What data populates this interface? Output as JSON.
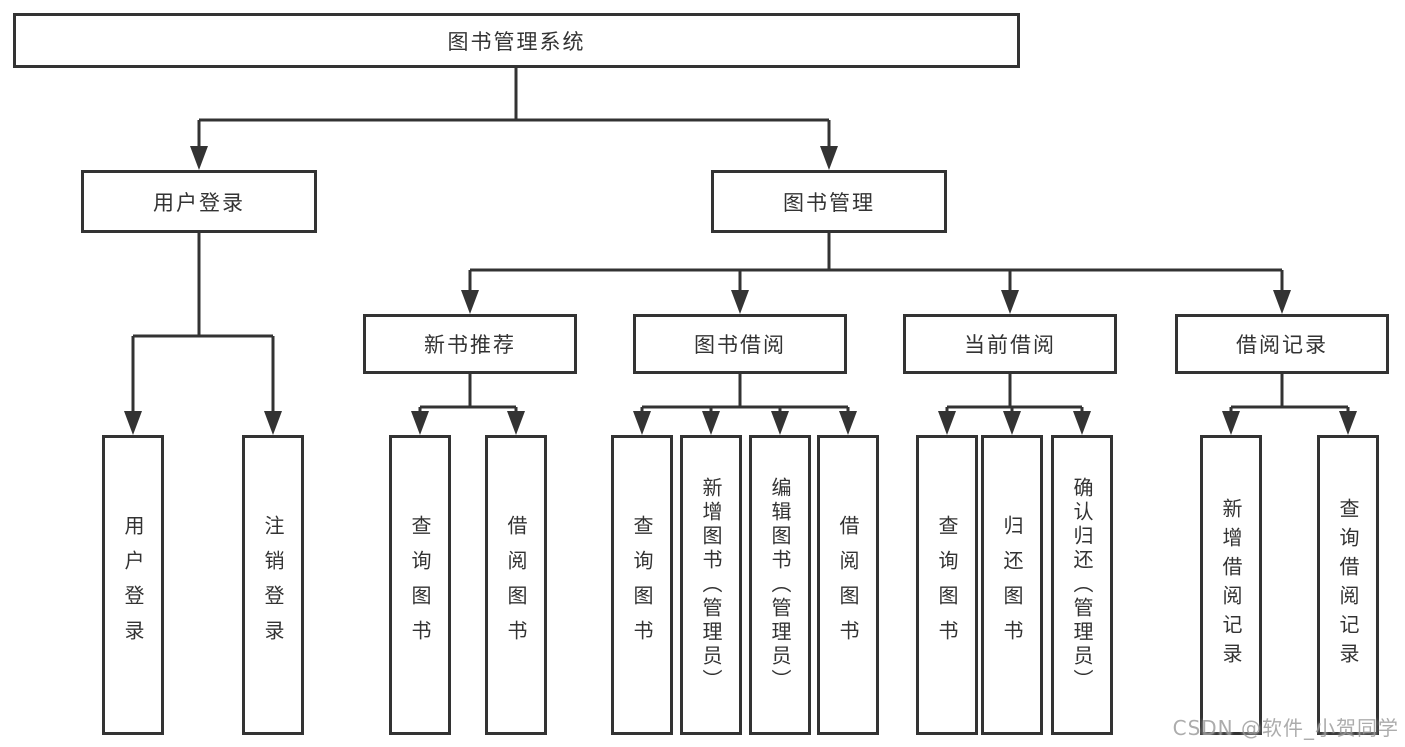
{
  "tree": {
    "root": "图书管理系统",
    "children": [
      {
        "label": "用户登录",
        "children": [
          "用户登录",
          "注销登录"
        ]
      },
      {
        "label": "图书管理",
        "children": [
          {
            "label": "新书推荐",
            "children": [
              "查询图书",
              "借阅图书"
            ]
          },
          {
            "label": "图书借阅",
            "children": [
              "查询图书",
              "新增图书（管理员）",
              "编辑图书（管理员）",
              "借阅图书"
            ]
          },
          {
            "label": "当前借阅",
            "children": [
              "查询图书",
              "归还图书",
              "确认归还（管理员）"
            ]
          },
          {
            "label": "借阅记录",
            "children": [
              "新增借阅记录",
              "查询借阅记录"
            ]
          }
        ]
      }
    ]
  },
  "watermark": {
    "text": "CSDN @软件_小贺同学"
  },
  "colors": {
    "line": "#333333",
    "box_border": "#333333",
    "text": "#333333",
    "background": "#ffffff",
    "watermark": "#9e9e9e"
  }
}
